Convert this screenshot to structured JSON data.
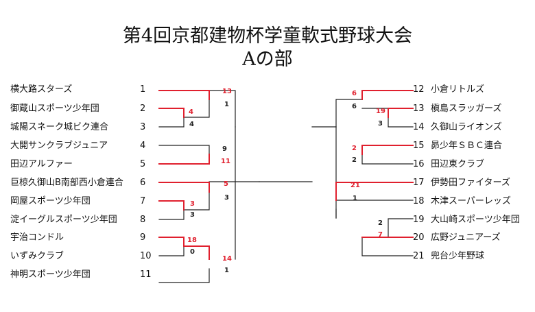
{
  "title": "第4回京都建物杯学童軟式野球大会",
  "subtitle": "Aの部",
  "colors": {
    "winner": "#e0202e",
    "loser": "#222222"
  },
  "left_teams": [
    {
      "seed": "1",
      "name": "横大路スターズ"
    },
    {
      "seed": "2",
      "name": "御蔵山スポーツ少年団"
    },
    {
      "seed": "3",
      "name": "城陽スネーク城ビク連合"
    },
    {
      "seed": "4",
      "name": "大開サンクラブジュニア"
    },
    {
      "seed": "5",
      "name": "田辺アルファー"
    },
    {
      "seed": "6",
      "name": "巨椋久御山B南部西小倉連合"
    },
    {
      "seed": "7",
      "name": "岡屋スポーツ少年団"
    },
    {
      "seed": "8",
      "name": "淀イーグルスポーツ少年団"
    },
    {
      "seed": "9",
      "name": "宇治コンドル"
    },
    {
      "seed": "10",
      "name": "いずみクラブ"
    },
    {
      "seed": "11",
      "name": "神明スポーツ少年団"
    }
  ],
  "right_teams": [
    {
      "seed": "12",
      "name": "小倉リトルズ"
    },
    {
      "seed": "13",
      "name": "槇島スラッガーズ"
    },
    {
      "seed": "14",
      "name": "久御山ライオンズ"
    },
    {
      "seed": "15",
      "name": "昴少年ＳＢＣ連合"
    },
    {
      "seed": "16",
      "name": "田辺東クラブ"
    },
    {
      "seed": "17",
      "name": "伊勢田ファイターズ"
    },
    {
      "seed": "18",
      "name": "木津スーパーレッズ"
    },
    {
      "seed": "19",
      "name": "大山崎スポーツ少年団"
    },
    {
      "seed": "20",
      "name": "広野ジュニアーズ"
    },
    {
      "seed": "21",
      "name": "兜台少年野球"
    }
  ],
  "scores": {
    "m2v3_2": "4",
    "m2v3_3": "4",
    "m1_s1": "13",
    "m1_s23": "1",
    "m4v5_4": "9",
    "m4v5_5": "11",
    "m7v8_7": "3",
    "m7v8_8": "3",
    "m6_s6": "5",
    "m6_s78": "3",
    "m9v10_9": "18",
    "m9v10_10": "0",
    "m11_s910": "14",
    "m11_s11": "1",
    "m13v14_13": "19",
    "m13v14_14": "3",
    "m12_s12": "6",
    "m12_s1314": "6",
    "m15v16_15": "2",
    "m15v16_16": "2",
    "m19v20_19": "2",
    "m19v20_20": "7",
    "m17v18_17": "21",
    "m17v18_18": "1"
  }
}
